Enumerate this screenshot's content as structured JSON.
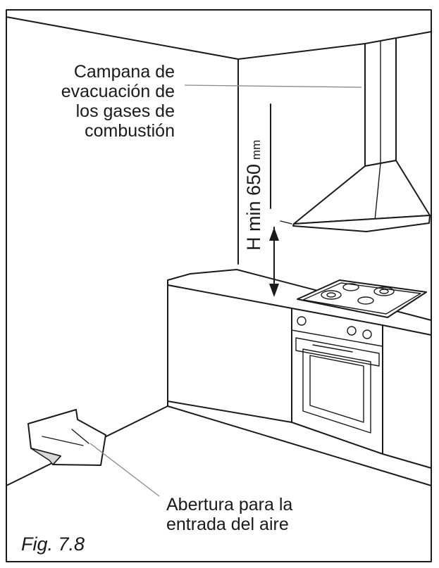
{
  "labels": {
    "hood": [
      "Campana de",
      "evacuación de",
      "los gases de",
      "combustión"
    ],
    "air_opening": [
      "Abertura para la",
      "entrada del aire"
    ],
    "height": {
      "main": "H min 650",
      "unit": "mm"
    },
    "figure": "Fig. 7.8"
  },
  "colors": {
    "ink": "#1a1a1a",
    "leader": "#8a8a8a",
    "background": "#ffffff"
  }
}
